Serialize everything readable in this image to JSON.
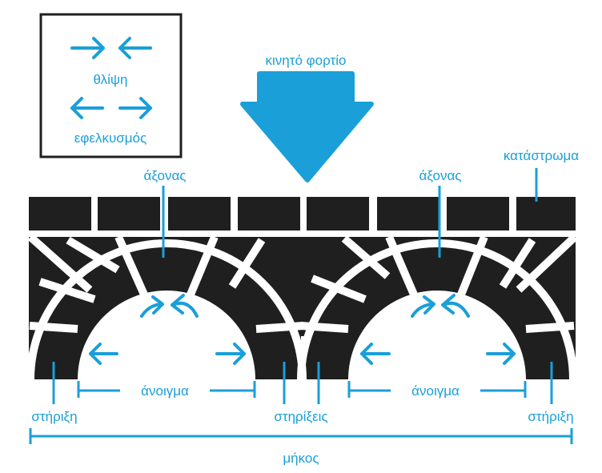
{
  "colors": {
    "accent": "#1a9fd8",
    "structure": "#1f1f1f",
    "background": "#ffffff"
  },
  "legend": {
    "compression_label": "θλίψη",
    "tension_label": "εφελκυσμός"
  },
  "labels": {
    "moving_load": "κινητό φορτίο",
    "deck": "κατάστρωμα",
    "keystone_left": "άξονας",
    "keystone_right": "άξονας",
    "span_left": "άνοιγμα",
    "span_right": "άνοιγμα",
    "support_left": "στήριξη",
    "support_middle": "στηρίξεις",
    "support_right": "στήριξη",
    "length": "μήκος"
  }
}
